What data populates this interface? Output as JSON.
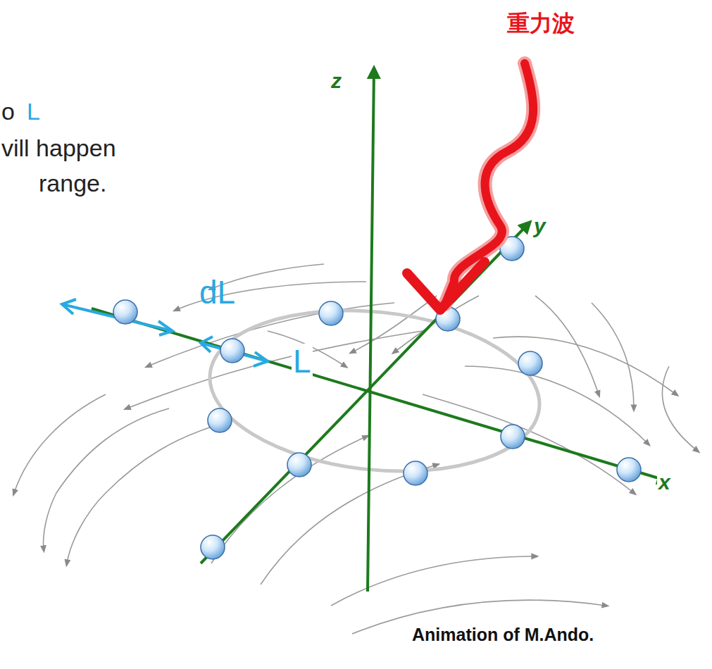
{
  "diagram": {
    "labels": [
      "重力波",
      "o",
      "L",
      "vill happen",
      "range.",
      "z",
      "y",
      "dL",
      "L",
      "x",
      "Animation of M.Ando."
    ]
  }
}
